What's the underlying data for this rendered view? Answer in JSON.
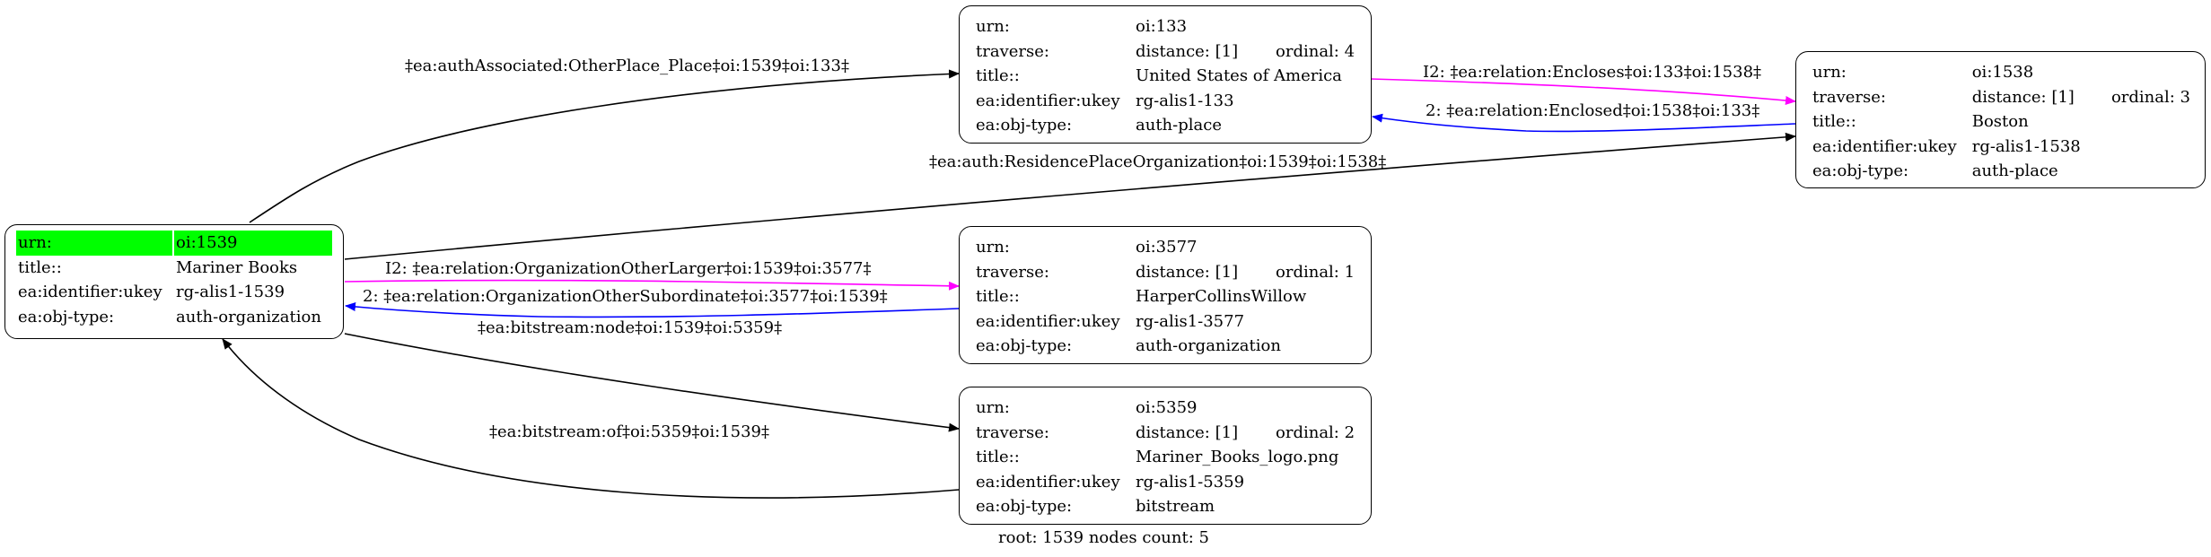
{
  "root_node": {
    "rows": [
      {
        "k": "urn:",
        "v": "oi:1539"
      },
      {
        "k": "title::",
        "v": "Mariner Books"
      },
      {
        "k": "ea:identifier:ukey",
        "v": "rg-alis1-1539"
      },
      {
        "k": "ea:obj-type:",
        "v": "auth-organization"
      }
    ]
  },
  "nodes": {
    "n133": {
      "urn_k": "urn:",
      "urn_v": "oi:133",
      "traverse_k": "traverse:",
      "distance": "distance: [1]",
      "ordinal": "ordinal: 4",
      "title_k": "title::",
      "title_v": "United States of America",
      "ukey_k": "ea:identifier:ukey",
      "ukey_v": "rg-alis1-133",
      "type_k": "ea:obj-type:",
      "type_v": "auth-place"
    },
    "n1538": {
      "urn_k": "urn:",
      "urn_v": "oi:1538",
      "traverse_k": "traverse:",
      "distance": "distance: [1]",
      "ordinal": "ordinal: 3",
      "title_k": "title::",
      "title_v": "Boston",
      "ukey_k": "ea:identifier:ukey",
      "ukey_v": "rg-alis1-1538",
      "type_k": "ea:obj-type:",
      "type_v": "auth-place"
    },
    "n3577": {
      "urn_k": "urn:",
      "urn_v": "oi:3577",
      "traverse_k": "traverse:",
      "distance": "distance: [1]",
      "ordinal": "ordinal: 1",
      "title_k": "title::",
      "title_v": "HarperCollinsWillow",
      "ukey_k": "ea:identifier:ukey",
      "ukey_v": "rg-alis1-3577",
      "type_k": "ea:obj-type:",
      "type_v": "auth-organization"
    },
    "n5359": {
      "urn_k": "urn:",
      "urn_v": "oi:5359",
      "traverse_k": "traverse:",
      "distance": "distance: [1]",
      "ordinal": "ordinal: 2",
      "title_k": "title::",
      "title_v": "Mariner_Books_logo.png",
      "ukey_k": "ea:identifier:ukey",
      "ukey_v": "rg-alis1-5359",
      "type_k": "ea:obj-type:",
      "type_v": "bitstream"
    }
  },
  "edges": {
    "e_auth_assoc": {
      "label": "‡ea:authAssociated:OtherPlace_Place‡oi:1539‡oi:133‡",
      "color": "#000000"
    },
    "e_encloses": {
      "label": "I2: ‡ea:relation:Encloses‡oi:133‡oi:1538‡",
      "color": "#ff00ff"
    },
    "e_enclosed": {
      "label": "2: ‡ea:relation:Enclosed‡oi:1538‡oi:133‡",
      "color": "#0000ff"
    },
    "e_residence": {
      "label": "‡ea:auth:ResidencePlaceOrganization‡oi:1539‡oi:1538‡",
      "color": "#000000"
    },
    "e_larger": {
      "label": "I2: ‡ea:relation:OrganizationOtherLarger‡oi:1539‡oi:3577‡",
      "color": "#ff00ff"
    },
    "e_subordinate": {
      "label": "2: ‡ea:relation:OrganizationOtherSubordinate‡oi:3577‡oi:1539‡",
      "color": "#0000ff"
    },
    "e_bs_node": {
      "label": "‡ea:bitstream:node‡oi:1539‡oi:5359‡",
      "color": "#000000"
    },
    "e_bs_of": {
      "label": "‡ea:bitstream:of‡oi:5359‡oi:1539‡",
      "color": "#000000"
    }
  },
  "footer": "root: 1539 nodes count: 5"
}
